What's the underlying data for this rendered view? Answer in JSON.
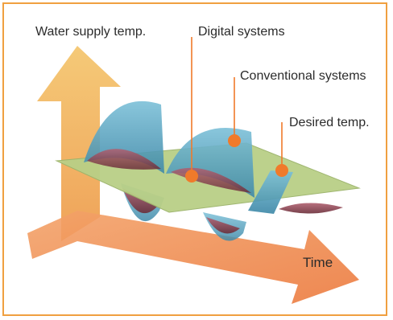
{
  "labels": {
    "water_supply_temp": "Water supply temp.",
    "digital_systems": "Digital systems",
    "conventional_systems": "Conventional systems",
    "desired_temp": "Desired temp.",
    "time": "Time"
  },
  "colors": {
    "frame": "#f0a040",
    "arrow_up": "#f2b860",
    "arrow_time": "#f08a50",
    "plane": "#b9cf86",
    "wave": "#5aa7c4",
    "wave_inner": "#8a3d4a",
    "marker": "#f07a2a"
  }
}
